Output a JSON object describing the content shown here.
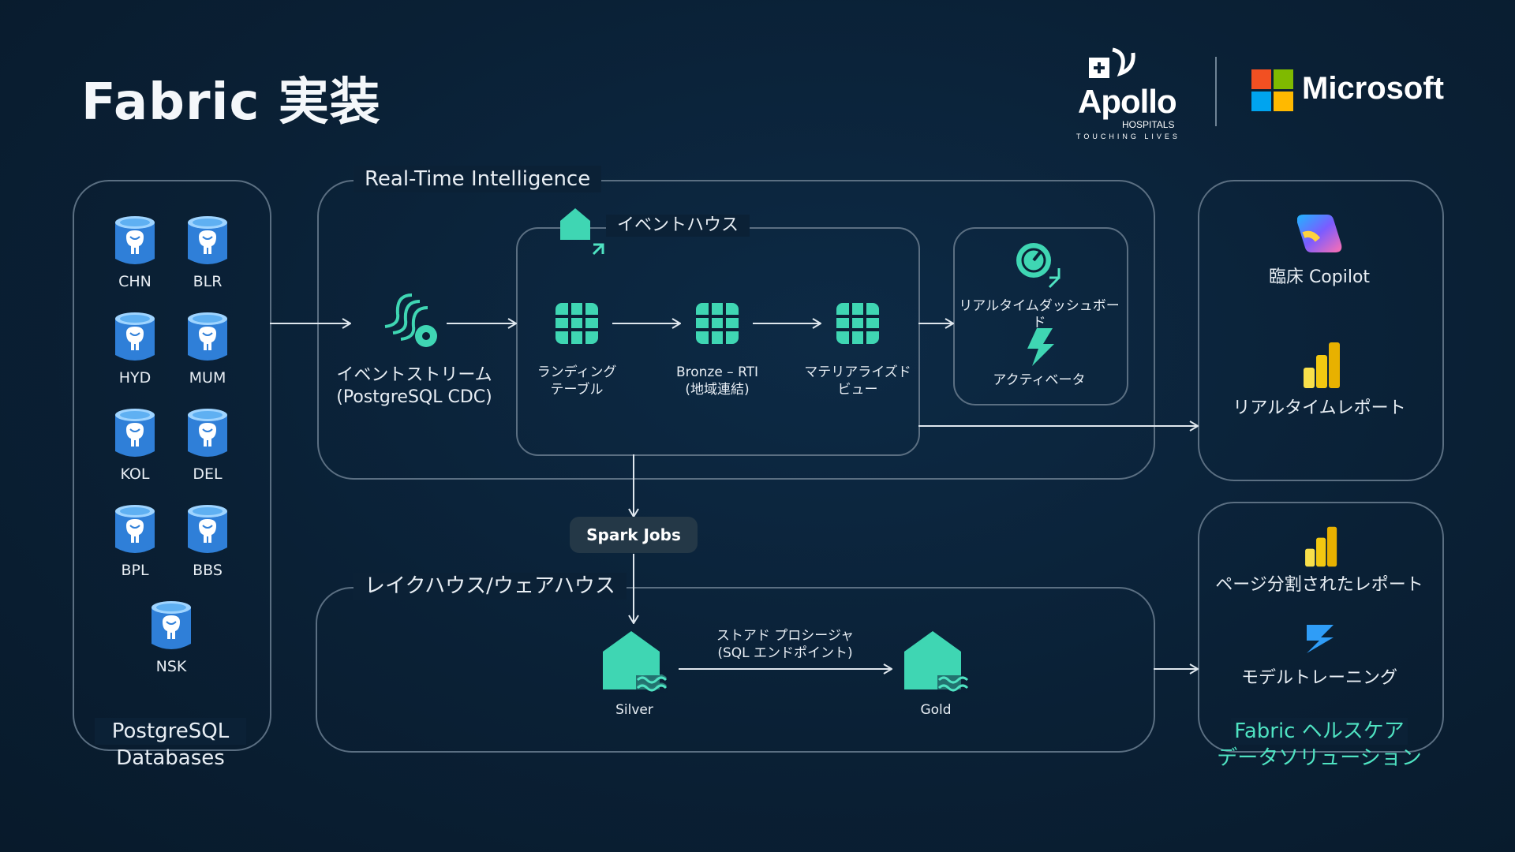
{
  "title": "Fabric 実装",
  "logos": {
    "apollo_name": "Apollo",
    "apollo_sub": "HOSPITALS",
    "apollo_tagline": "TOUCHING LIVES",
    "microsoft": "Microsoft"
  },
  "databases": {
    "items": [
      "CHN",
      "BLR",
      "HYD",
      "MUM",
      "KOL",
      "DEL",
      "BPL",
      "BBS",
      "NSK"
    ],
    "caption_line1": "PostgreSQL",
    "caption_line2": "Databases"
  },
  "rti": {
    "title": "Real-Time Intelligence",
    "eventstream_line1": "イベントストリーム",
    "eventstream_line2": "(PostgreSQL CDC)",
    "eventhouse_title": "イベントハウス",
    "landing_line1": "ランディング",
    "landing_line2": "テーブル",
    "bronze_line1": "Bronze – RTI",
    "bronze_line2": "(地域連結)",
    "mview_line1": "マテリアライズド",
    "mview_line2": "ビュー",
    "dashboard": "リアルタイムダッシュボード",
    "activator": "アクティベータ"
  },
  "spark_jobs": "Spark Jobs",
  "lakehouse": {
    "title": "レイクハウス/ウェアハウス",
    "silver": "Silver",
    "gold": "Gold",
    "proc_line1": "ストアド プロシージャ",
    "proc_line2": "(SQL エンドポイント)"
  },
  "outputs_top": {
    "copilot": "臨床 Copilot",
    "realtime_report": "リアルタイムレポート"
  },
  "outputs_bottom": {
    "paginated_report": "ページ分割されたレポート",
    "model_training": "モデルトレーニング",
    "caption_line1": "Fabric ヘルスケア",
    "caption_line2": "データソリューション"
  },
  "colors": {
    "accent_teal": "#4fe3c2",
    "panel_border": "#5b6f82",
    "background": "#0b2136",
    "db_blue": "#2f7fd8"
  }
}
